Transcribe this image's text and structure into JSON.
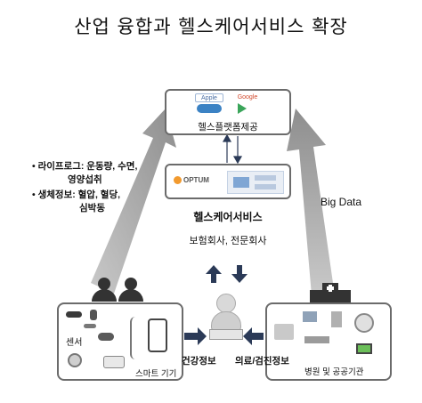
{
  "title": "산업 융합과 헬스케어서비스 확장",
  "platform": {
    "label": "헬스플랫폼제공",
    "logos": [
      "Apple",
      "Google"
    ],
    "icons": [
      "withings-icon",
      "google-play-icon"
    ]
  },
  "healthcare": {
    "label": "헬스케어서비스",
    "logo": "OPTUM",
    "sub_label": "보험회사, 전문회사"
  },
  "left_notes": {
    "lifelog": [
      "• 라이프로그: 운동량, 수면,",
      "영양섭취"
    ],
    "biometric": [
      "• 생체정보: 혈압, 혈당,",
      "심박동"
    ]
  },
  "right_note": "Big Data",
  "devices_panel": {
    "sensor_label": "센서",
    "smart_device_label": "스마트 기기"
  },
  "hospital_panel": {
    "label": "병원 및 공공기관"
  },
  "flow_labels": {
    "health_info": "건강정보",
    "medical_info": "의료/검진정보"
  },
  "colors": {
    "border": "#6b6b6b",
    "arrow_gray": "#a7a7a7",
    "arrow_dark": "#2b3a57"
  }
}
